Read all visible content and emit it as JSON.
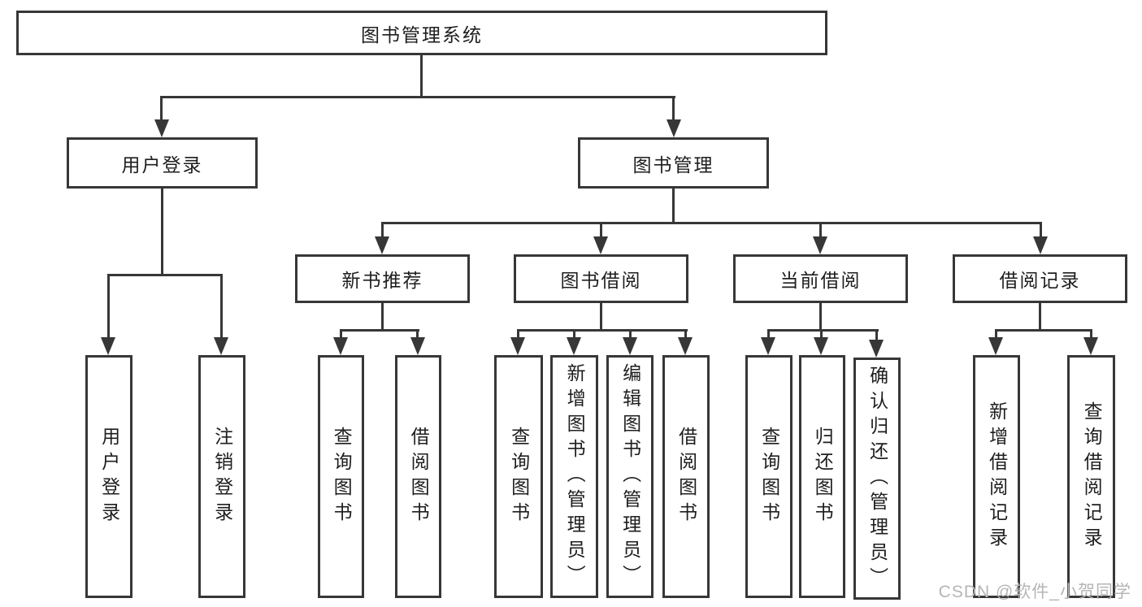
{
  "diagram": {
    "type": "hierarchy-tree",
    "root": {
      "label": "图书管理系统",
      "children": [
        {
          "label": "用户登录",
          "children": [
            {
              "label": "用户登录"
            },
            {
              "label": "注销登录"
            }
          ]
        },
        {
          "label": "图书管理",
          "children": [
            {
              "label": "新书推荐",
              "children": [
                {
                  "label": "查询图书"
                },
                {
                  "label": "借阅图书"
                }
              ]
            },
            {
              "label": "图书借阅",
              "children": [
                {
                  "label": "查询图书"
                },
                {
                  "label": "新增图书（管理员）"
                },
                {
                  "label": "编辑图书（管理员）"
                },
                {
                  "label": "借阅图书"
                }
              ]
            },
            {
              "label": "当前借阅",
              "children": [
                {
                  "label": "查询图书"
                },
                {
                  "label": "归还图书"
                },
                {
                  "label": "确认归还（管理员）"
                }
              ]
            },
            {
              "label": "借阅记录",
              "children": [
                {
                  "label": "新增借阅记录"
                },
                {
                  "label": "查询借阅记录"
                }
              ]
            }
          ]
        }
      ]
    }
  },
  "watermark": {
    "text": "CSDN @软件_小贺同学"
  },
  "colors": {
    "line": "#373737",
    "text": "#1e1e1e",
    "background": "#ffffff",
    "watermark": "#b5b5b5"
  }
}
